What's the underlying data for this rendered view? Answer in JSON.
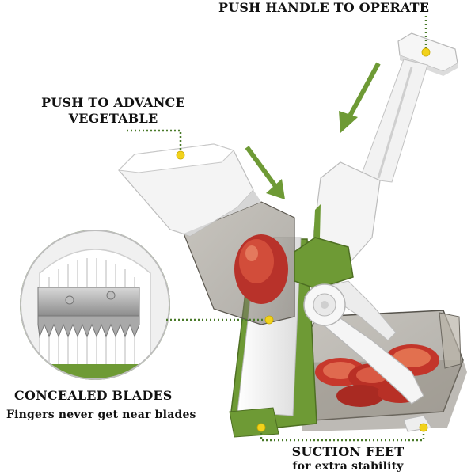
{
  "labels": {
    "push_handle": "PUSH HANDLE TO OPERATE",
    "push_advance_line1": "PUSH TO ADVANCE",
    "push_advance_line2": "VEGETABLE",
    "concealed_blades": "CONCEALED BLADES",
    "fingers_note": "Fingers never get near blades",
    "suction_feet": "SUCTION FEET",
    "extra_stability": "for extra stability"
  },
  "colors": {
    "accent_green": "#6e9a35",
    "marker_yellow": "#f2d21b",
    "leader_green": "#4a7a2a",
    "arrow_green": "#6e9a35",
    "tomato_red": "#c2342a"
  },
  "icons": {
    "arrow_down_left": "arrow-down-left-icon",
    "arrow_down_right": "arrow-down-right-icon",
    "callout_marker": "yellow-dot-marker-icon"
  }
}
